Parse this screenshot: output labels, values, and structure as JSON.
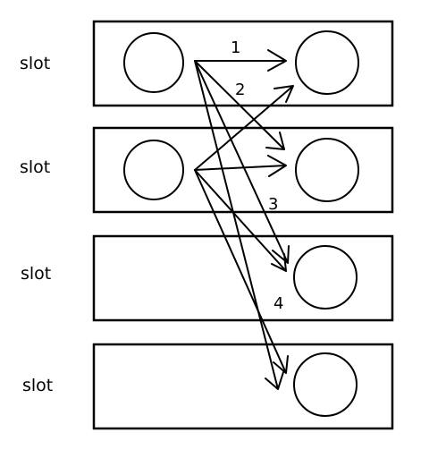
{
  "slots": [
    {
      "label": "slot"
    },
    {
      "label": "slot"
    },
    {
      "label": "slot"
    },
    {
      "label": "slot"
    }
  ],
  "arrow_labels": [
    "1",
    "2",
    "3",
    "4"
  ]
}
